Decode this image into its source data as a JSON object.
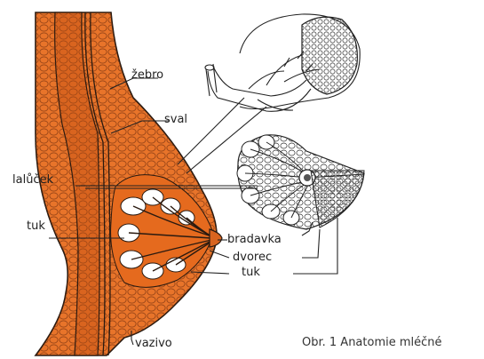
{
  "figure": {
    "caption": "Obr. 1 Anatomie mléčné",
    "labels": {
      "zebro": "žebro",
      "sval": "sval",
      "lalucek": "lalůček",
      "tuk_left": "tuk",
      "bradavka": "bradavka",
      "dvorec": "dvorec",
      "tuk_right": "tuk",
      "vazivo": "vazivo"
    },
    "colors": {
      "tissue": "#E8742A",
      "tissue_dark": "#B8501A",
      "gland_fill": "#ffffff",
      "outline": "#2a1a10"
    }
  }
}
